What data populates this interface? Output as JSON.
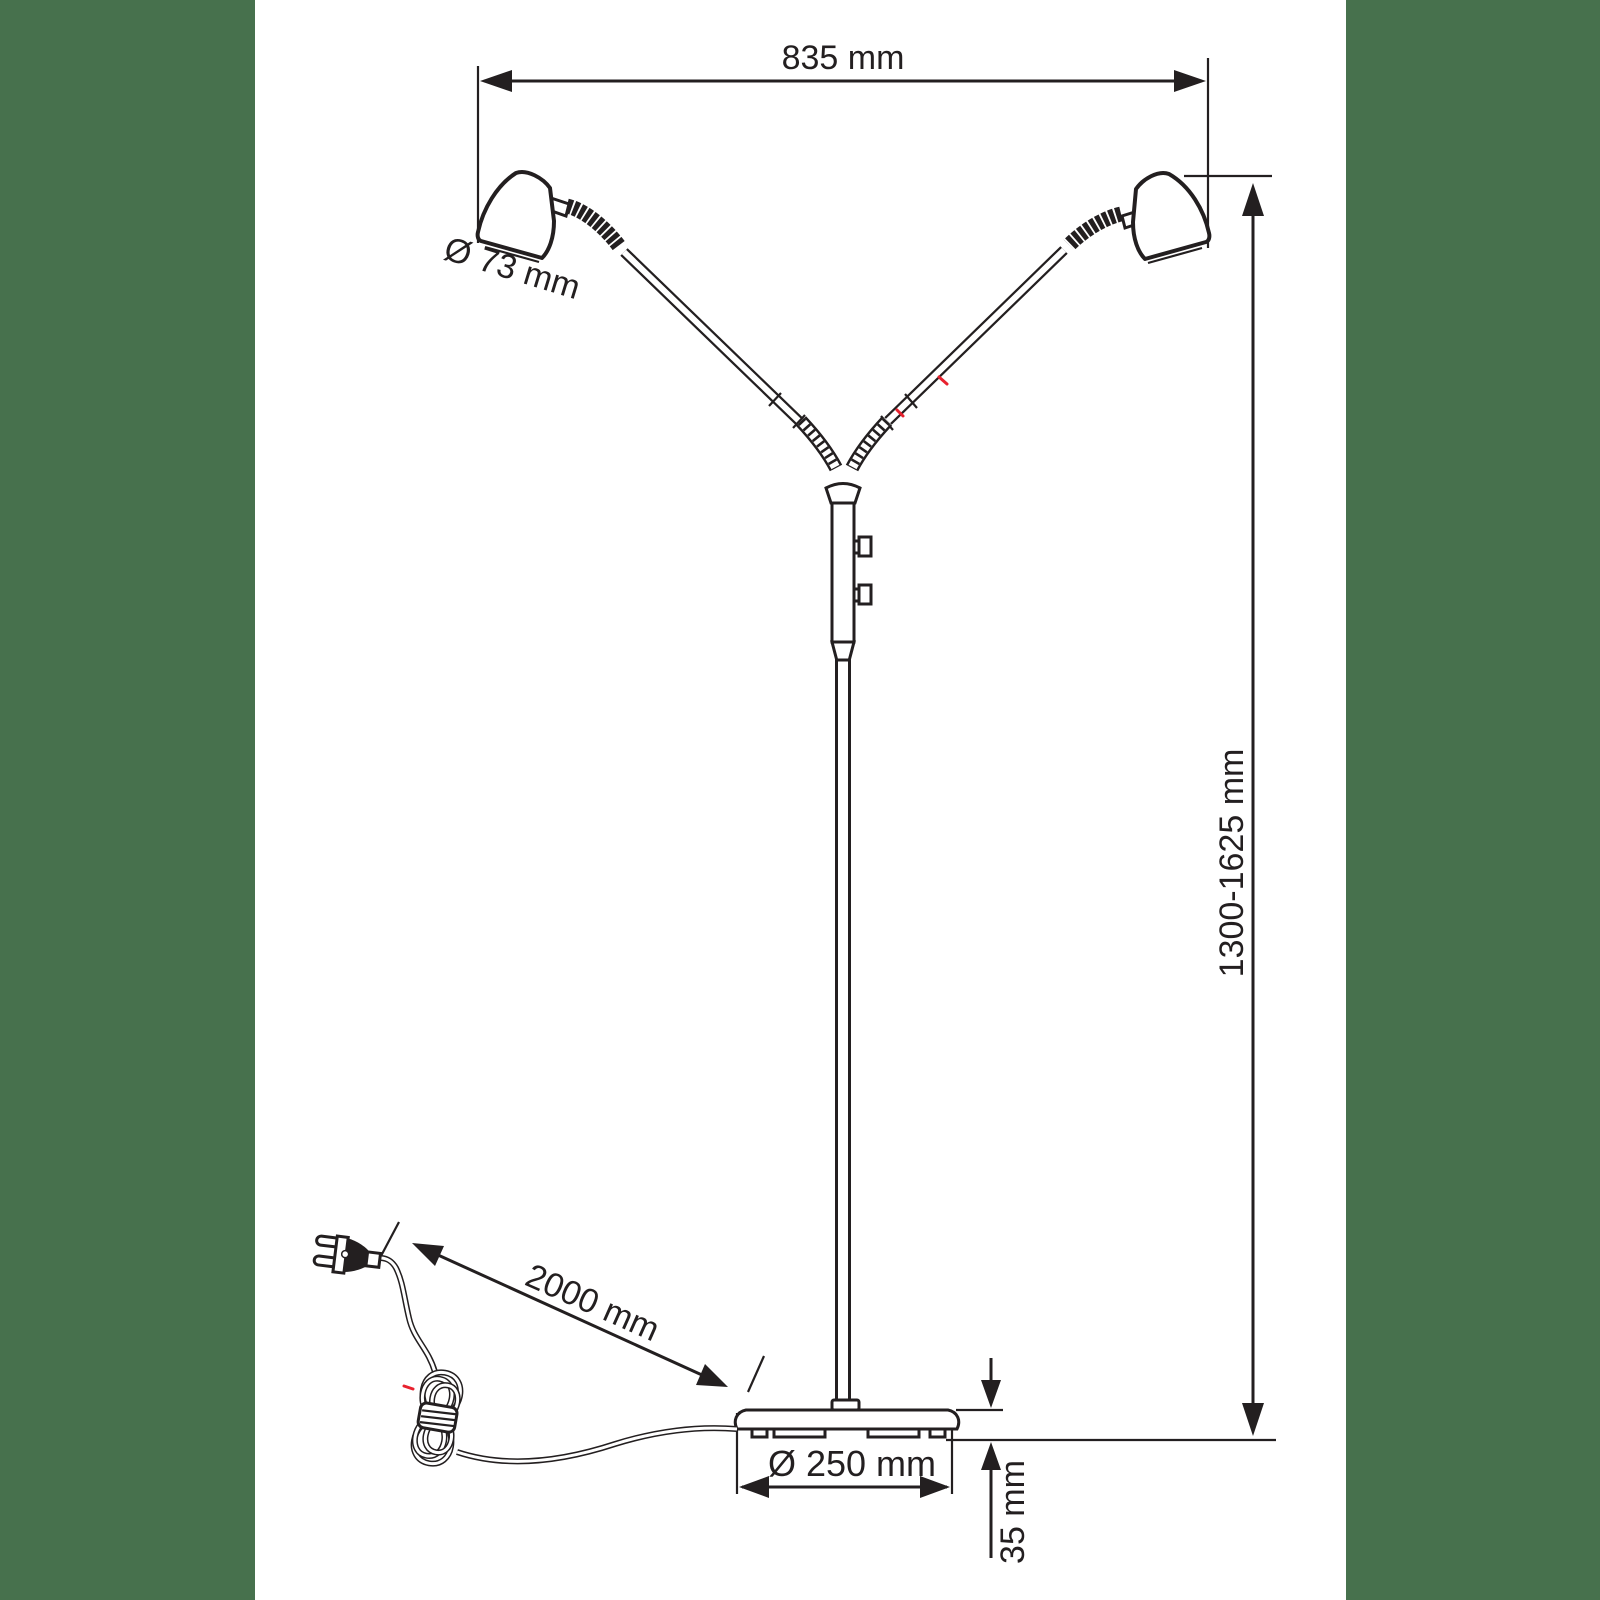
{
  "diagram": {
    "labels": {
      "width": "835 mm",
      "head_diameter": "Ø 73 mm",
      "height_range": "1300-1625 mm",
      "cable_length": "2000 mm",
      "base_diameter": "Ø 250 mm",
      "base_height": "35 mm"
    },
    "colors": {
      "side_panels": "#47714D",
      "canvas": "#FFFFFF",
      "line": "#231F20",
      "accent": "#E8212E"
    }
  }
}
